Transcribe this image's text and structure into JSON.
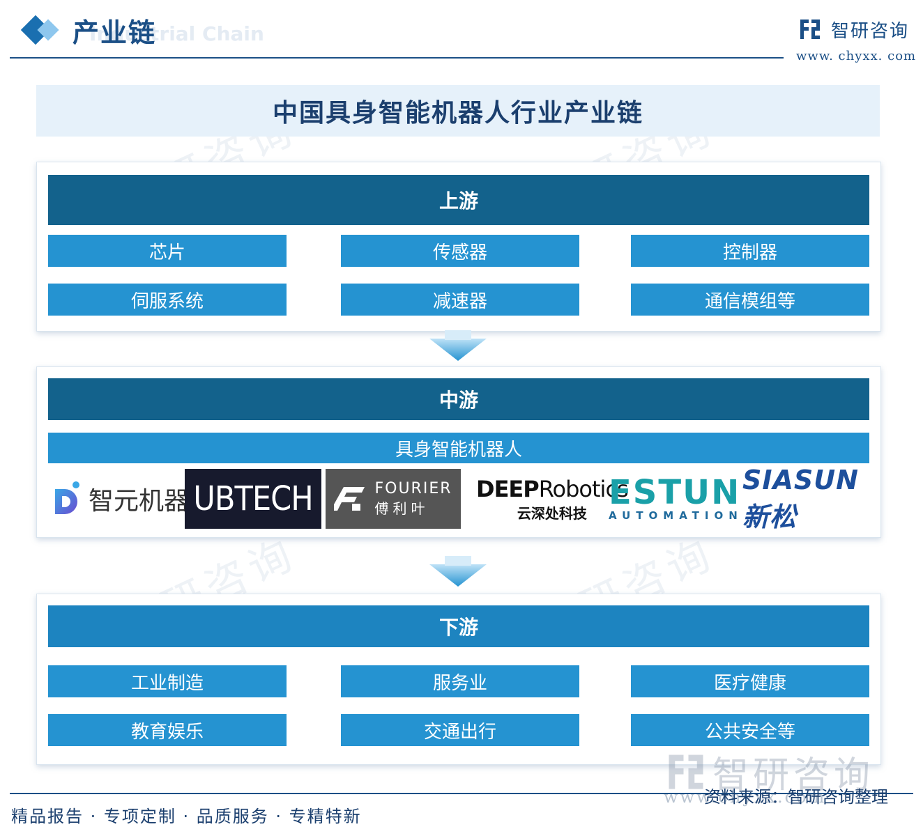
{
  "header": {
    "section_title": "产业链",
    "section_subtitle": "Industrial Chain",
    "brand_name": "智研咨询",
    "brand_url": "www. chyxx. com"
  },
  "title": "中国具身智能机器人行业产业链",
  "upstream": {
    "label": "上游",
    "items": [
      "芯片",
      "传感器",
      "控制器",
      "伺服系统",
      "减速器",
      "通信模组等"
    ]
  },
  "midstream": {
    "label": "中游",
    "product": "具身智能机器人",
    "companies": [
      {
        "name": "智元机器人"
      },
      {
        "name": "UBTECH"
      },
      {
        "name_en": "FOURIER",
        "name_cn": "傅利叶"
      },
      {
        "name_a": "DEEP",
        "name_b": "Robotics",
        "name_cn": "云深处科技"
      },
      {
        "name": "ESTUN",
        "sub": "AUTOMATION"
      },
      {
        "name": "SIASUN 新松"
      }
    ]
  },
  "downstream": {
    "label": "下游",
    "items": [
      "工业制造",
      "服务业",
      "医疗健康",
      "教育娱乐",
      "交通出行",
      "公共安全等"
    ]
  },
  "footer": {
    "slogan": "精品报告 · 专项定制 · 品质服务 · 专精特新",
    "source": "资料来源：智研咨询整理",
    "watermark_name": "智研咨询",
    "watermark_url": "www.chyxx.com"
  },
  "colors": {
    "dark_bar": "#13628c",
    "mid_bar": "#1d84c0",
    "cell": "#2593d1",
    "brand_blue": "#1b4f86"
  }
}
